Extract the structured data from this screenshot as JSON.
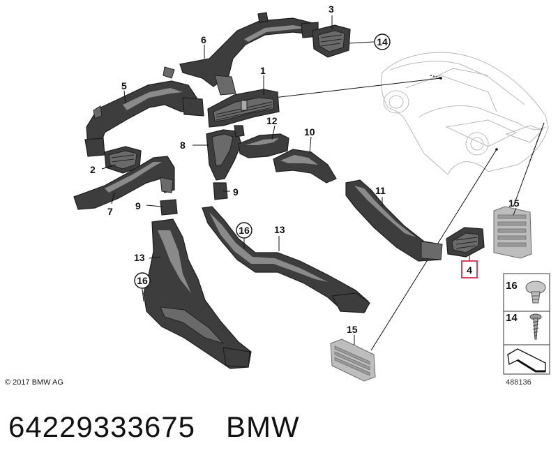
{
  "diagram": {
    "callouts": {
      "c1": "1",
      "c2": "2",
      "c3": "3",
      "c4": "4",
      "c5": "5",
      "c6": "6",
      "c7": "7",
      "c8": "8",
      "c9a": "9",
      "c9b": "9",
      "c10": "10",
      "c11": "11",
      "c12": "12",
      "c13a": "13",
      "c13b": "13",
      "c14": "14",
      "c15a": "15",
      "c15b": "15",
      "c16a": "16",
      "c16b": "16"
    },
    "highlight_color": "#d0103a",
    "legend": {
      "clip": "16",
      "screw": "14"
    }
  },
  "copyright": "© 2017 BMW AG",
  "image_number": "488136",
  "footer": {
    "part_number": "64229333675",
    "brand": "BMW"
  }
}
